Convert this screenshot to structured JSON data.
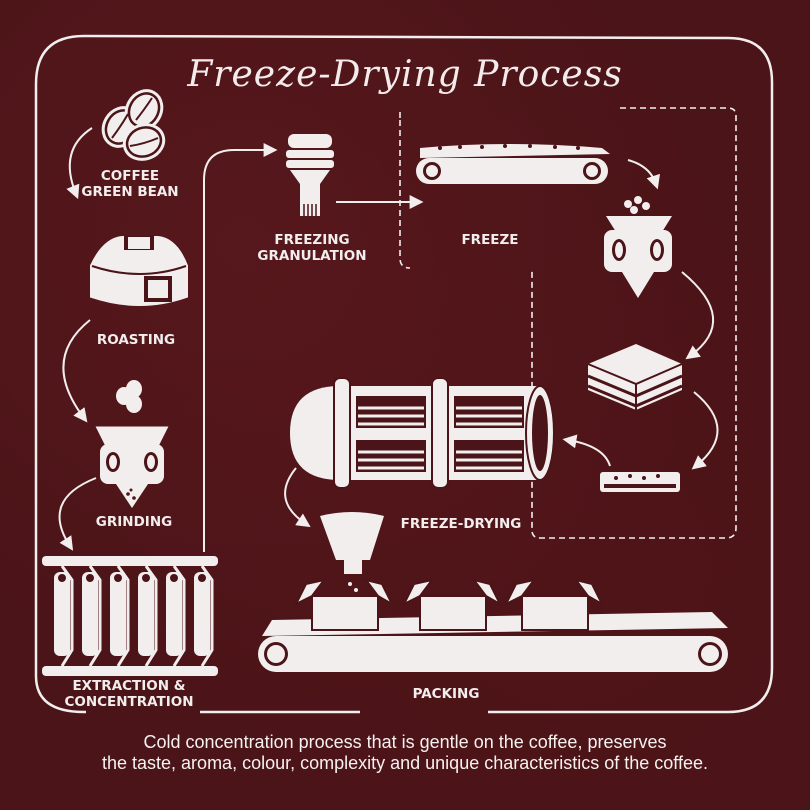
{
  "title": "Freeze-Drying Process",
  "colors": {
    "background": "#4a1418",
    "line": "#f3eeee"
  },
  "steps": [
    {
      "label_line1": "COFFEE",
      "label_line2": "GREEN BEAN",
      "icon": "coffee-beans-icon"
    },
    {
      "label_line1": "ROASTING",
      "label_line2": "",
      "icon": "roaster-icon"
    },
    {
      "label_line1": "GRINDING",
      "label_line2": "",
      "icon": "grinder-icon"
    },
    {
      "label_line1": "EXTRACTION &",
      "label_line2": "CONCENTRATION",
      "icon": "extraction-columns-icon"
    },
    {
      "label_line1": "FREEZING",
      "label_line2": "GRANULATION",
      "icon": "granulator-icon"
    },
    {
      "label_line1": "FREEZE",
      "label_line2": "",
      "icon": "freeze-conveyor-icon"
    },
    {
      "label_line1": "FREEZE-DRYING",
      "label_line2": "",
      "icon": "vacuum-chamber-icon"
    },
    {
      "label_line1": "PACKING",
      "label_line2": "",
      "icon": "packing-conveyor-icon"
    }
  ],
  "caption": {
    "line1": "Cold concentration process that is gentle on the coffee, preserves",
    "line2": "the taste, aroma, colour, complexity and unique characteristics of the coffee."
  }
}
